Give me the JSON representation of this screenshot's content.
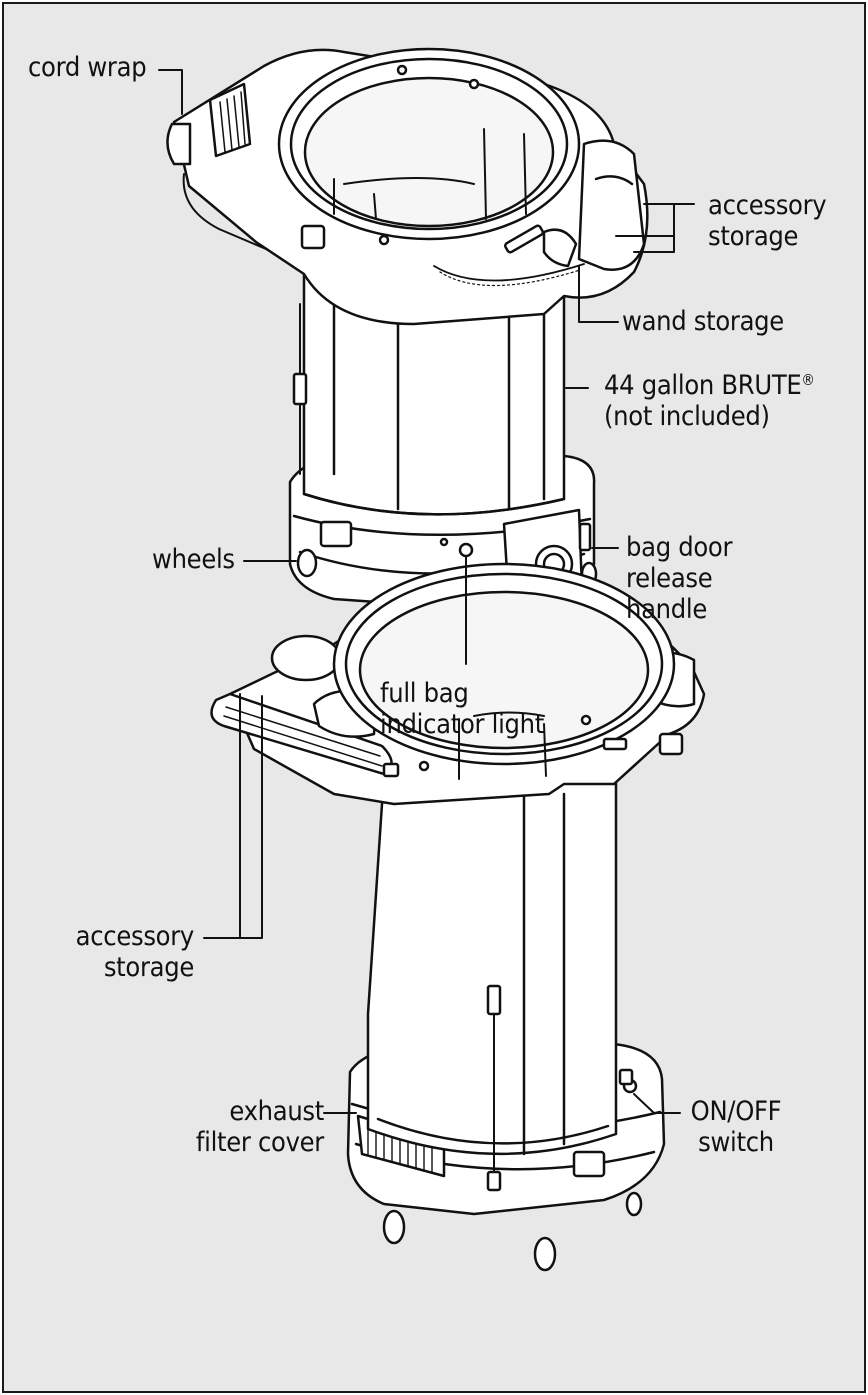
{
  "labels": {
    "cord_wrap": "cord wrap",
    "accessory_storage_top": [
      "accessory",
      "storage"
    ],
    "wand_storage": "wand storage",
    "container_name": "44 gallon BRUTE",
    "container_mark": "®",
    "container_note": "(not included)",
    "wheels": "wheels",
    "bag_door_release_handle": [
      "bag door",
      "release",
      "handle"
    ],
    "full_bag_indicator_light": [
      "full bag",
      "indicator light"
    ],
    "accessory_storage_bottom": [
      "accessory",
      "storage"
    ],
    "exhaust_filter_cover": [
      "exhaust",
      "filter cover"
    ],
    "on_off_switch": [
      "ON/OFF",
      "switch"
    ]
  },
  "colors": {
    "background": "#e8e8e8",
    "border": "#1a1a1a",
    "line": "#111111",
    "fill": "#ffffff"
  }
}
